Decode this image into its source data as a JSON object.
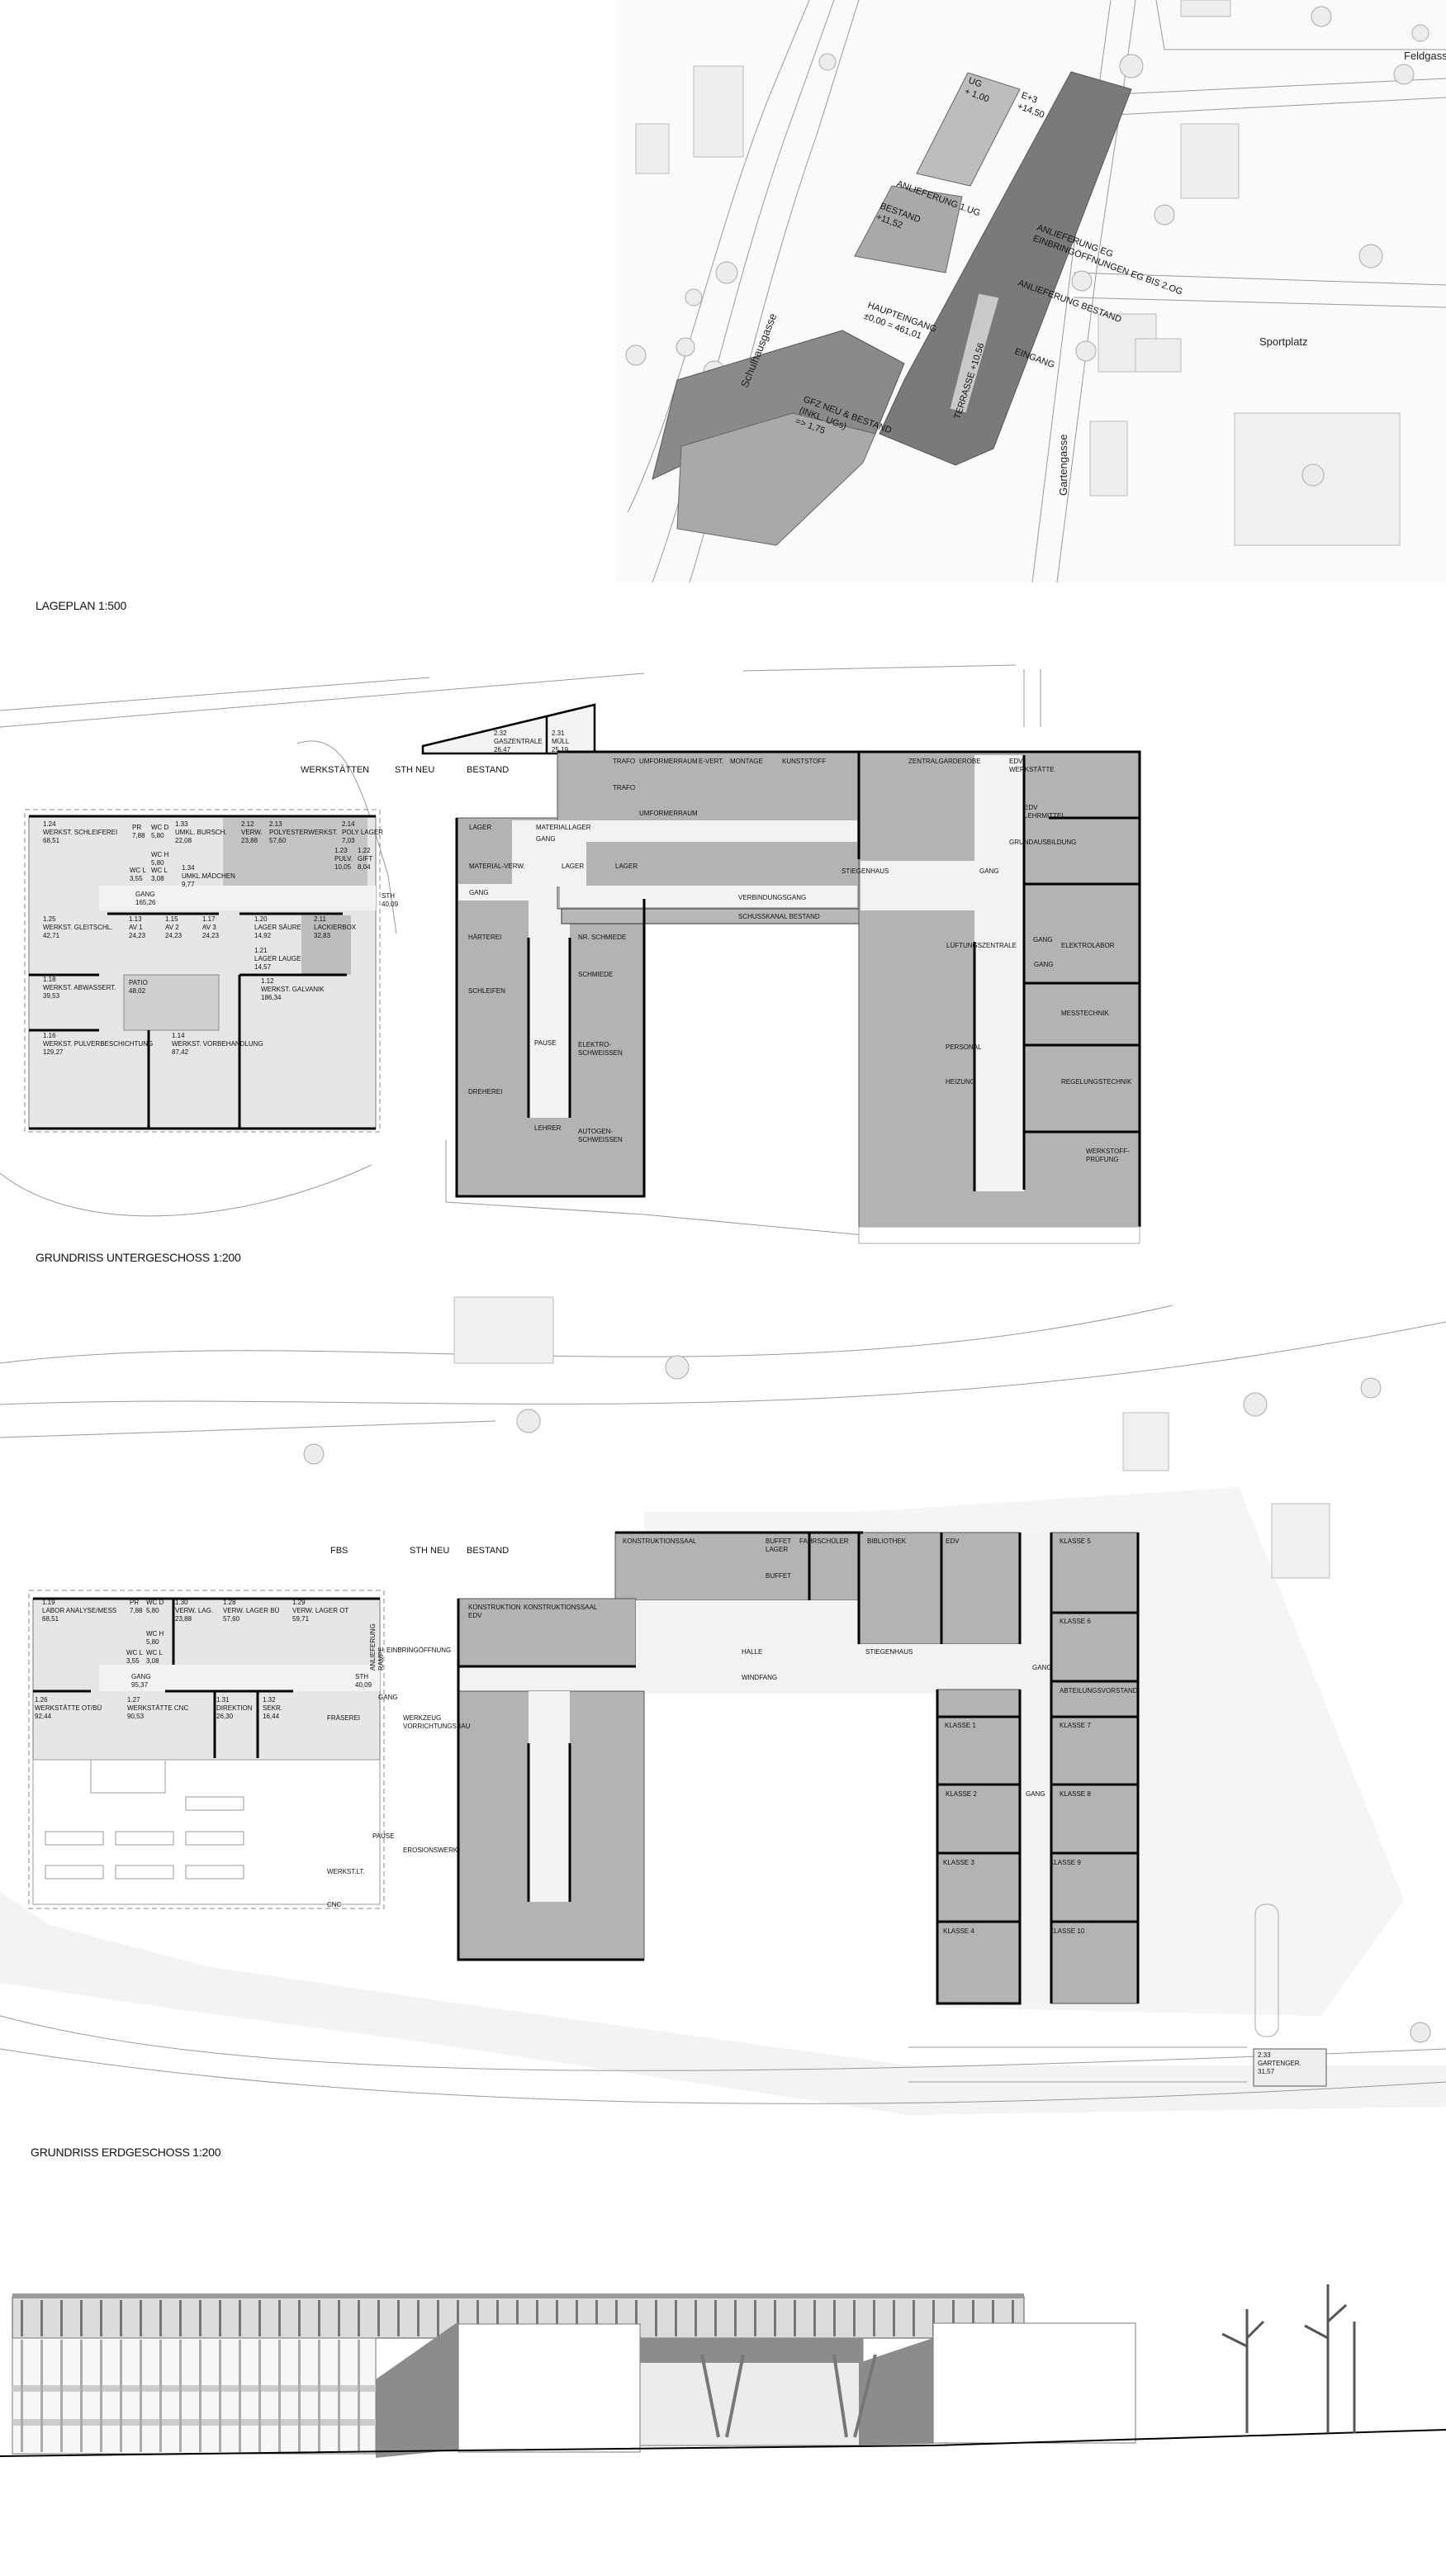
{
  "site_plan": {
    "caption": "LAGEPLAN 1:500",
    "streets": [
      "Feldgasse",
      "Sportplatz",
      "Schulhausgasse",
      "Gartengasse"
    ],
    "labels": [
      [
        "UG",
        "+ 1,00"
      ],
      [
        "E+3",
        "+14,50"
      ],
      [
        "ANLIEFERUNG 1.UG"
      ],
      [
        "BESTAND",
        "+11,52"
      ],
      [
        "ANLIEFERUNG EG",
        "EINBRINGÖFFNUNGEN EG BIS 2.OG"
      ],
      [
        "ANLIEFERUNG BESTAND"
      ],
      [
        "HAUPTEINGANG",
        "±0,00 = 461,01"
      ],
      [
        "EINGANG"
      ],
      [
        "GFZ NEU & BESTAND",
        "(INKL. UGs)",
        "=> 1,75"
      ],
      [
        "TERRASSE   +10,56"
      ]
    ]
  },
  "ug": {
    "caption": "GRUNDRISS UNTERGESCHOSS 1:200",
    "sections": [
      "WERKSTÄTTEN",
      "STH NEU",
      "BESTAND"
    ],
    "rooms": [
      {
        "no": "1.24",
        "name": "WERKST. SCHLEIFEREI",
        "area": "68,51"
      },
      {
        "name": "PR",
        "area": "7,88"
      },
      {
        "name": "WC D",
        "area": "5,80"
      },
      {
        "name": "WC H",
        "area": "5,80"
      },
      {
        "name": "WC L",
        "area": "3,55"
      },
      {
        "name": "WC L",
        "area": "3,08"
      },
      {
        "no": "1.33",
        "name": "UMKL. BURSCH.",
        "area": "22,08"
      },
      {
        "no": "2.12",
        "name": "VERW.",
        "area": "23,88"
      },
      {
        "no": "2.13",
        "name": "POLYESTERWERKST.",
        "area": "57,60"
      },
      {
        "no": "2.14",
        "name": "POLY LAGER",
        "area": "7,03"
      },
      {
        "no": "1.34",
        "name": "UMKL.MÄDCHEN",
        "area": "9,77"
      },
      {
        "no": "1.23",
        "name": "PULV.",
        "area": "10,05"
      },
      {
        "no": "1.22",
        "name": "GIFT",
        "area": "8,04"
      },
      {
        "name": "GANG",
        "area": "165,26"
      },
      {
        "no": "1.25",
        "name": "WERKST. GLEITSCHL.",
        "area": "42,71"
      },
      {
        "no": "1.13",
        "name": "AV 1",
        "area": "24,23"
      },
      {
        "no": "1.15",
        "name": "AV 2",
        "area": "24,23"
      },
      {
        "no": "1.17",
        "name": "AV 3",
        "area": "24,23"
      },
      {
        "no": "1.20",
        "name": "LAGER SÄURE",
        "area": "14,92"
      },
      {
        "no": "2.11",
        "name": "LACKIERBOX",
        "area": "32,83"
      },
      {
        "no": "1.21",
        "name": "LAGER LAUGE",
        "area": "14,57"
      },
      {
        "no": "1.18",
        "name": "WERKST. ABWASSERT.",
        "area": "39,53"
      },
      {
        "name": "PATIO",
        "area": "48,02"
      },
      {
        "no": "1.12",
        "name": "WERKST. GALVANIK",
        "area": "186,34"
      },
      {
        "no": "1.16",
        "name": "WERKST. PULVERBESCHICHTUNG",
        "area": "129,27"
      },
      {
        "no": "1.14",
        "name": "WERKST. VORBEHANDLUNG",
        "area": "87,42"
      },
      {
        "name": "STH",
        "area": "40,09"
      },
      {
        "no": "2.32",
        "name": "GASZENTRALE",
        "area": "26,47"
      },
      {
        "no": "2.31",
        "name": "MÜLL",
        "area": "25,19"
      },
      {
        "name": "LAGER"
      },
      {
        "name": "MATERIALLAGER"
      },
      {
        "name": "GANG"
      },
      {
        "name": "MATERIAL-VERW."
      },
      {
        "name": "LAGER"
      },
      {
        "name": "LAGER"
      },
      {
        "name": "GANG"
      },
      {
        "name": "TRAFO"
      },
      {
        "name": "UMFORMERRAUM"
      },
      {
        "name": "TRAFO"
      },
      {
        "name": "UMFORMERRAUM"
      },
      {
        "name": "E-VERT."
      },
      {
        "name": "MONTAGE"
      },
      {
        "name": "KUNSTSTOFF"
      },
      {
        "name": "ZENTRALGARDEROBE"
      },
      {
        "name": "EDV",
        "name2": "WERKSTÄTTE"
      },
      {
        "name": "EDV",
        "name2": "LEHRMITTEL"
      },
      {
        "name": "GRUNDAUSBILDUNG"
      },
      {
        "name": "STIEGENHAUS"
      },
      {
        "name": "GANG"
      },
      {
        "name": "VERBINDUNGSGANG"
      },
      {
        "name": "SCHUSSKANAL BESTAND"
      },
      {
        "name": "LÜFTUNGSZENTRALE"
      },
      {
        "name": "ELEKTROLABOR"
      },
      {
        "name": "GANG"
      },
      {
        "name": "HÄRTEREI"
      },
      {
        "name": "NR. SCHMIEDE"
      },
      {
        "name": "SCHMIEDE"
      },
      {
        "name": "SCHLEIFEN"
      },
      {
        "name": "PAUSE"
      },
      {
        "name": "ELEKTRO-",
        "name2": "SCHWEISSEN"
      },
      {
        "name": "DREHEREI"
      },
      {
        "name": "LEHRER"
      },
      {
        "name": "AUTOGEN-",
        "name2": "SCHWEISSEN"
      },
      {
        "name": "GANG"
      },
      {
        "name": "MESSTECHNIK"
      },
      {
        "name": "PERSONAL"
      },
      {
        "name": "HEIZUNG"
      },
      {
        "name": "REGELUNGSTECHNIK"
      },
      {
        "name": "WERKSTOFF-",
        "name2": "PRÜFUNG"
      }
    ]
  },
  "eg": {
    "caption": "GRUNDRISS ERDGESCHOSS 1:200",
    "sections": [
      "FBS",
      "STH NEU",
      "BESTAND"
    ],
    "rooms": [
      {
        "no": "1.19",
        "name": "LABOR ANALYSE/MESS",
        "area": "68,51"
      },
      {
        "name": "PR",
        "area": "7,88"
      },
      {
        "name": "WC D",
        "area": "5,80"
      },
      {
        "name": "WC H",
        "area": "5,80"
      },
      {
        "name": "WC L",
        "area": "3,55"
      },
      {
        "name": "WC L",
        "area": "3,08"
      },
      {
        "no": "1.30",
        "name": "VERW. LAG.",
        "area": "23,88"
      },
      {
        "no": "1.28",
        "name": "VERW. LAGER BÜ",
        "area": "57,60"
      },
      {
        "no": "1.29",
        "name": "VERW. LAGER OT",
        "area": "59,71"
      },
      {
        "name": "EINBRINGÖFFNUNG"
      },
      {
        "name": "GANG",
        "area": "95,37"
      },
      {
        "name": "STH",
        "area": "40,09"
      },
      {
        "no": "1.26",
        "name": "WERKSTÄTTE OT/BÜ",
        "area": "92,44"
      },
      {
        "no": "1.27",
        "name": "WERKSTÄTTE CNC",
        "area": "90,53"
      },
      {
        "no": "1.31",
        "name": "DIREKTION",
        "area": "26,30"
      },
      {
        "no": "1.32",
        "name": "SEKR.",
        "area": "16,44"
      },
      {
        "name": "FRÄSEREI"
      },
      {
        "name": "GANG"
      },
      {
        "name": "WERKZEUG",
        "name2": "VORRICHTUNGSBAU"
      },
      {
        "name": "PAUSE"
      },
      {
        "name": "EROSIONSWERK."
      },
      {
        "name": "WERKST.LT."
      },
      {
        "name": "CNC"
      },
      {
        "name": "KONSTRUKTIONSSAAL"
      },
      {
        "name": "BUFFET",
        "name2": "LAGER"
      },
      {
        "name": "BUFFET"
      },
      {
        "name": "FAHRSCHÜLER"
      },
      {
        "name": "KONSTRUKTION",
        "name2": "EDV"
      },
      {
        "name": "KONSTRUKTIONSSAAL"
      },
      {
        "name": "HALLE"
      },
      {
        "name": "WINDFANG"
      },
      {
        "name": "BIBLIOTHEK"
      },
      {
        "name": "EDV"
      },
      {
        "name": "KLASSE 5"
      },
      {
        "name": "KLASSE 6"
      },
      {
        "name": "STIEGENHAUS"
      },
      {
        "name": "GANG"
      },
      {
        "name": "ABTEILUNGSVORSTAND"
      },
      {
        "name": "KLASSE 1"
      },
      {
        "name": "KLASSE 7"
      },
      {
        "name": "KLASSE 2"
      },
      {
        "name": "GANG"
      },
      {
        "name": "KLASSE 8"
      },
      {
        "name": "KLASSE 3"
      },
      {
        "name": "KLASSE 9"
      },
      {
        "name": "KLASSE 4"
      },
      {
        "name": "KLASSE 10"
      },
      {
        "no": "2.33",
        "name": "GARTENGER.",
        "area": "31,57"
      }
    ],
    "ramp_label": [
      "ANLIEFERUNG",
      "RAMPE"
    ]
  },
  "colors": {
    "room_fill": "#b3b3b3",
    "corridor": "#f2f2f2",
    "building_dark": "#7a7a7a",
    "building_mid": "#a9a9a9"
  }
}
